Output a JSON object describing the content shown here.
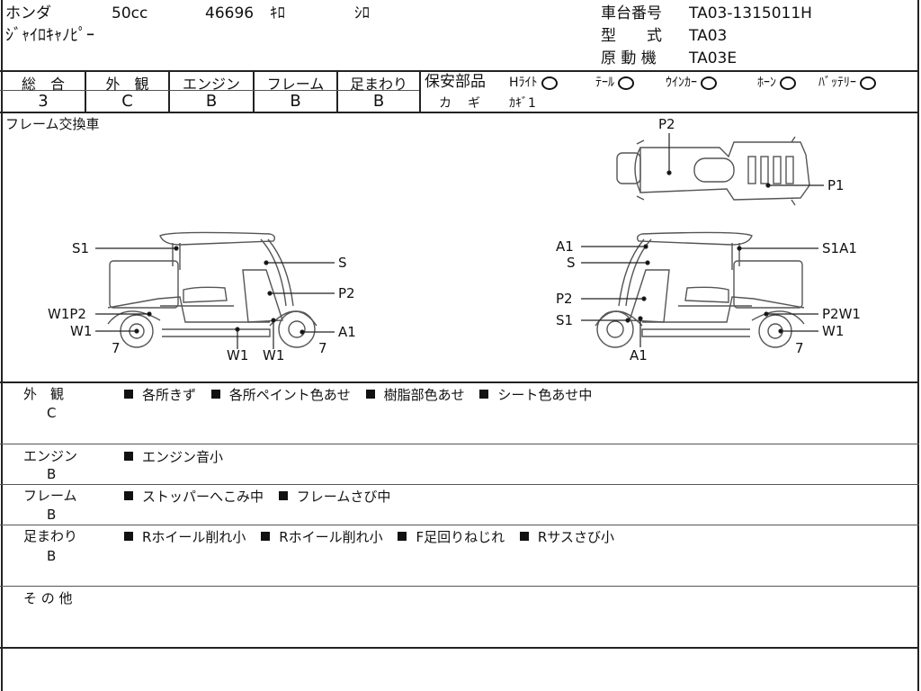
{
  "header": {
    "maker": "ホンダ",
    "displacement": "50cc",
    "mileage": "46696",
    "mileage_unit": "ｷﾛ",
    "color": "ｼﾛ",
    "model_name": "ｼﾞｬｲﾛｷｬﾉﾋﾟｰ",
    "frame_no_label": "車台番号",
    "frame_no": "TA03-1315011H",
    "type_label": "型　　式",
    "type": "TA03",
    "engine_label": "原 動 機",
    "engine": "TA03E"
  },
  "grades": [
    {
      "label": "総　合",
      "value": "3"
    },
    {
      "label": "外　観",
      "value": "C"
    },
    {
      "label": "エンジン",
      "value": "B"
    },
    {
      "label": "フレーム",
      "value": "B"
    },
    {
      "label": "足まわり",
      "value": "B"
    }
  ],
  "safety": {
    "label": "保安部品",
    "items": [
      {
        "label": "Hﾗｲﾄ"
      },
      {
        "label": "ﾃｰﾙ"
      },
      {
        "label": "ｳｲﾝｶｰ"
      },
      {
        "label": "ﾎｰﾝ"
      },
      {
        "label": "ﾊﾞｯﾃﾘｰ"
      }
    ],
    "key_label": "カ　ギ",
    "key_value": "ｶｷﾞ1"
  },
  "diagram": {
    "note": "フレーム交換車",
    "left_labels": [
      "S1",
      "S",
      "P2",
      "W1P2",
      "W1",
      "A1",
      "7",
      "W1",
      "W1",
      "7"
    ],
    "right_labels": [
      "A1",
      "S",
      "P2",
      "S1",
      "A1",
      "S1A1",
      "P2W1",
      "W1",
      "7"
    ],
    "top_labels": [
      "P2",
      "P1"
    ]
  },
  "remarks": [
    {
      "label": "外　観",
      "grade": "C",
      "items": [
        "各所きず",
        "各所ペイント色あせ",
        "樹脂部色あせ",
        "シート色あせ中"
      ]
    },
    {
      "label": "エンジン",
      "grade": "B",
      "items": [
        "エンジン音小"
      ]
    },
    {
      "label": "フレーム",
      "grade": "B",
      "items": [
        "ストッパーへこみ中",
        "フレームさび中"
      ]
    },
    {
      "label": "足まわり",
      "grade": "B",
      "items": [
        "Rホイール削れ小",
        "Rホイール削れ小",
        "F足回りねじれ",
        "Rサスさび小"
      ]
    },
    {
      "label": "そ の 他",
      "grade": "",
      "items": []
    }
  ]
}
